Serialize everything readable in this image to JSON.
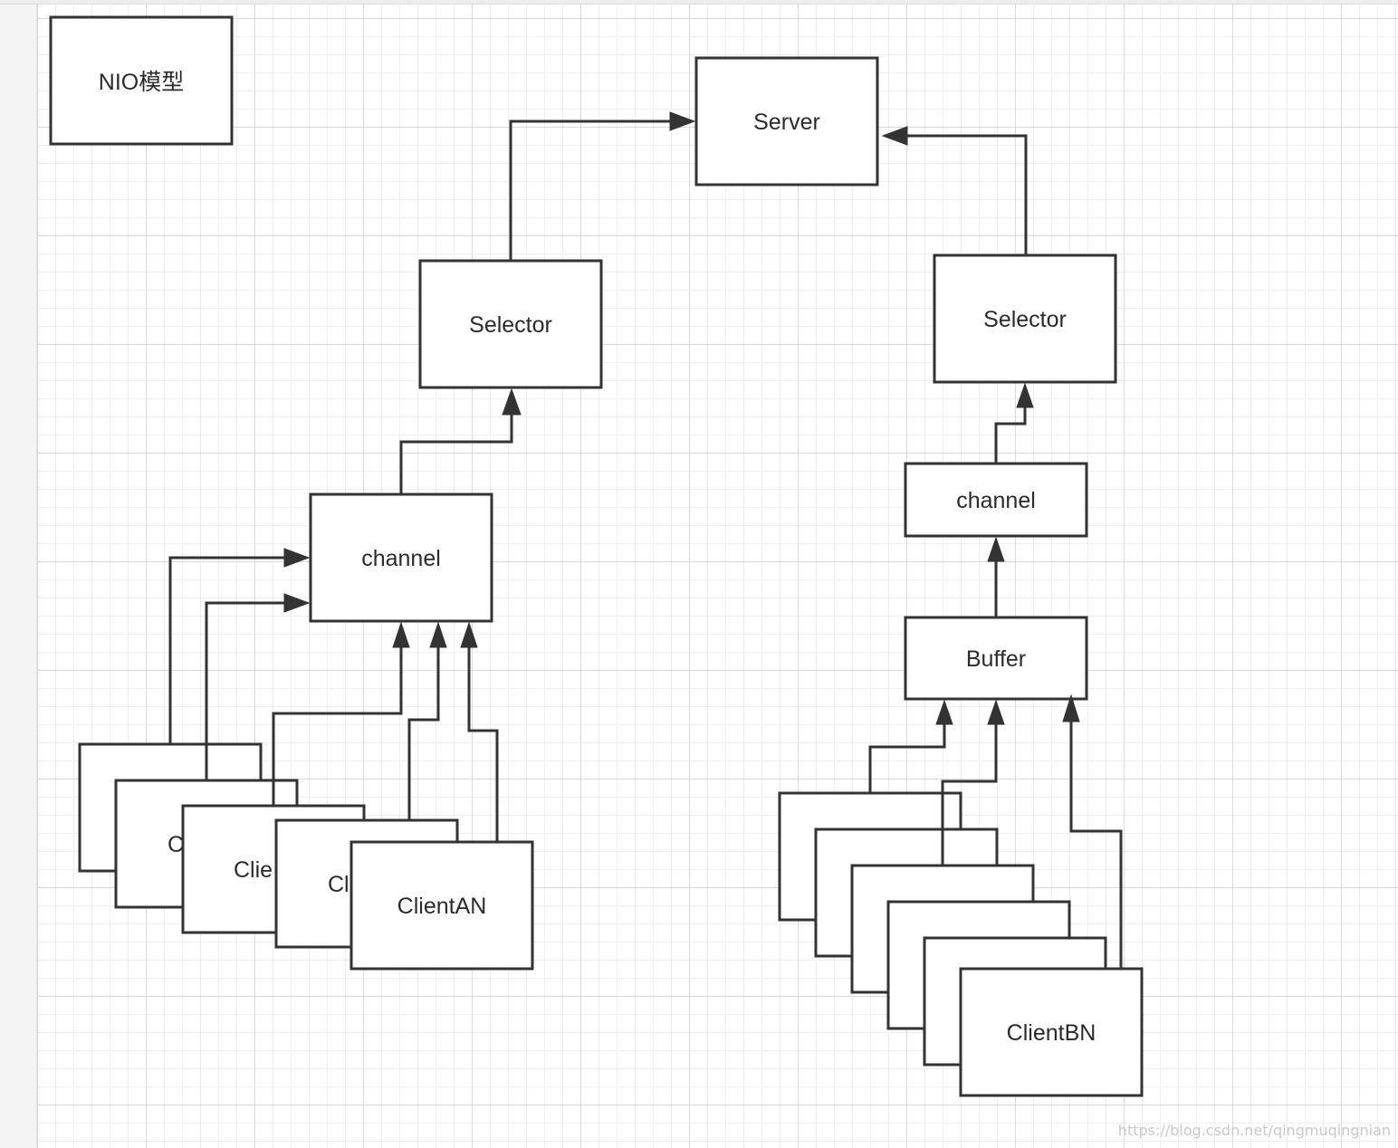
{
  "title_box": "NIO模型",
  "nodes": {
    "server": "Server",
    "selector_left": "Selector",
    "selector_right": "Selector",
    "channel_left": "channel",
    "channel_right": "channel",
    "buffer": "Buffer",
    "client_a2": "C",
    "client_a3": "Clie",
    "client_a4": "Cl",
    "client_an": "ClientAN",
    "client_bn": "ClientBN"
  },
  "watermark": "https://blog.csdn.net/qingmuqingnian",
  "colors": {
    "stroke": "#333333",
    "text": "#2b2b2b",
    "grid": "#d9d9d9"
  }
}
